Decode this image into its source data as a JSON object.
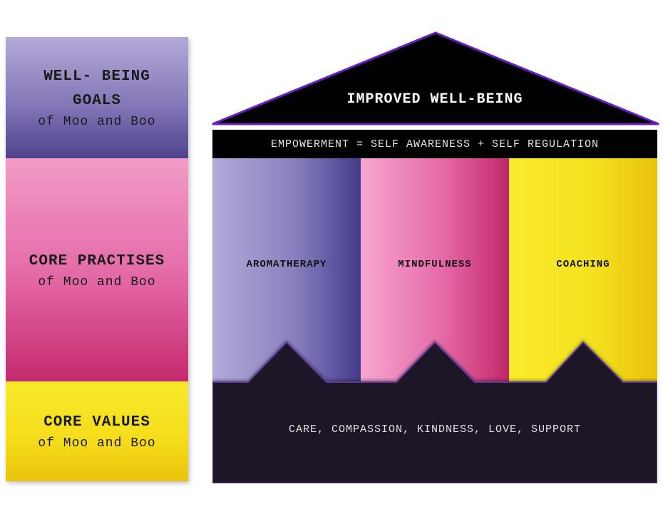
{
  "legend": {
    "goals": {
      "title_line1": "WELL- BEING",
      "title_line2": "GOALS",
      "subtitle": "of Moo and Boo"
    },
    "practises": {
      "title": "CORE PRACTISES",
      "subtitle": "of Moo and Boo"
    },
    "values": {
      "title": "CORE VALUES",
      "subtitle": "of Moo and Boo"
    }
  },
  "house": {
    "roof_label": "IMPROVED WELL-BEING",
    "band_label": "EMPOWERMENT = SELF AWARENESS + SELF REGULATION",
    "pillars": [
      "AROMATHERAPY",
      "MINDFULNESS",
      "COACHING"
    ],
    "foundation_label": "CARE, COMPASSION, KINDNESS, LOVE, SUPPORT"
  },
  "colors": {
    "goals": "#8478b8",
    "practises": "#e56da9",
    "values": "#f5dc1a",
    "roof": "#000000",
    "roof_edge": "#6a1fc0",
    "foundation": "#1b1228"
  }
}
